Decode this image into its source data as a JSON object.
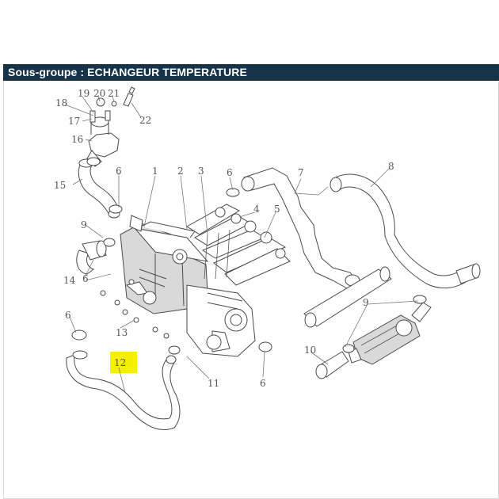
{
  "header": {
    "title": "Sous-groupe : ECHANGEUR TEMPERATURE",
    "bg_color": "#17334a",
    "text_color": "#ffffff"
  },
  "diagram": {
    "highlight_color": "#f5f000",
    "highlighted_part": "12",
    "part_labels": {
      "p1": "1",
      "p2": "2",
      "p3": "3",
      "p4": "4",
      "p5": "5",
      "p6a": "6",
      "p6b": "6",
      "p6c": "6",
      "p6d": "6",
      "p6e": "6",
      "p7": "7",
      "p8": "8",
      "p9a": "9",
      "p9b": "9",
      "p10": "10",
      "p11": "11",
      "p12": "12",
      "p13": "13",
      "p14": "14",
      "p15": "15",
      "p16": "16",
      "p17": "17",
      "p18": "18",
      "p19": "19",
      "p20": "20",
      "p21": "21",
      "p22": "22"
    }
  }
}
